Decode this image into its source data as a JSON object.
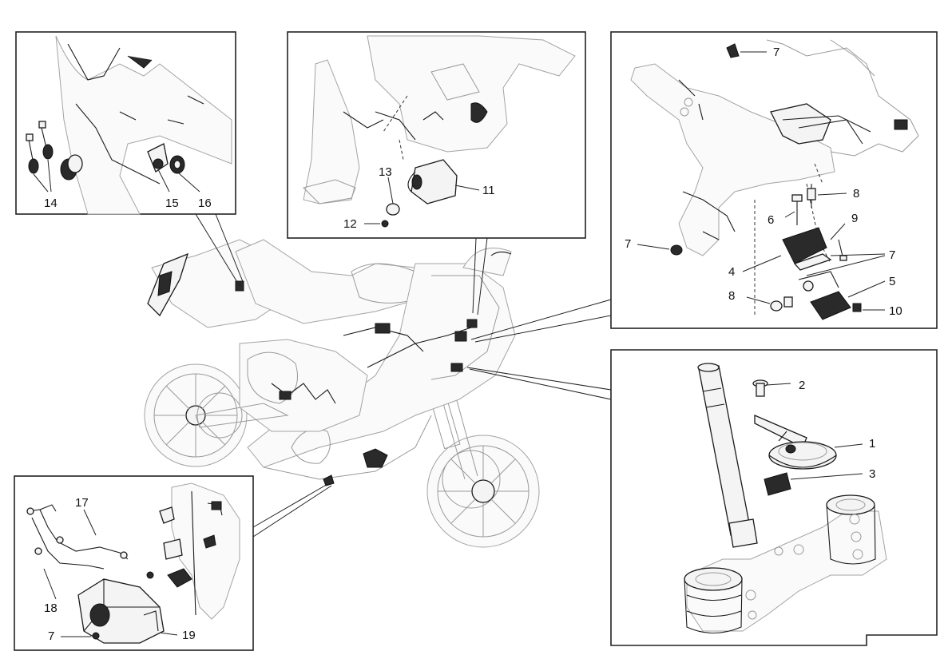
{
  "diagram": {
    "panels": [
      {
        "id": "panel-top-left",
        "callouts": [
          "14",
          "15",
          "16"
        ]
      },
      {
        "id": "panel-top-middle",
        "callouts": [
          "11",
          "12",
          "13"
        ]
      },
      {
        "id": "panel-top-right",
        "callouts": [
          "4",
          "5",
          "6",
          "7",
          "7",
          "7",
          "8",
          "8",
          "9",
          "10"
        ]
      },
      {
        "id": "panel-bottom-right",
        "callouts": [
          "1",
          "2",
          "3"
        ]
      },
      {
        "id": "panel-bottom-left",
        "callouts": [
          "7",
          "17",
          "18",
          "19"
        ]
      }
    ]
  },
  "labels": {
    "p14": "14",
    "p15": "15",
    "p16": "16",
    "p11": "11",
    "p12": "12",
    "p13": "13",
    "p7a": "7",
    "p8a": "8",
    "p6": "6",
    "p9": "9",
    "p7b": "7",
    "p4": "4",
    "p7c": "7",
    "p5": "5",
    "p8b": "8",
    "p10": "10",
    "p2": "2",
    "p1": "1",
    "p3": "3",
    "p17": "17",
    "p18": "18",
    "p19": "19",
    "p7d": "7"
  }
}
